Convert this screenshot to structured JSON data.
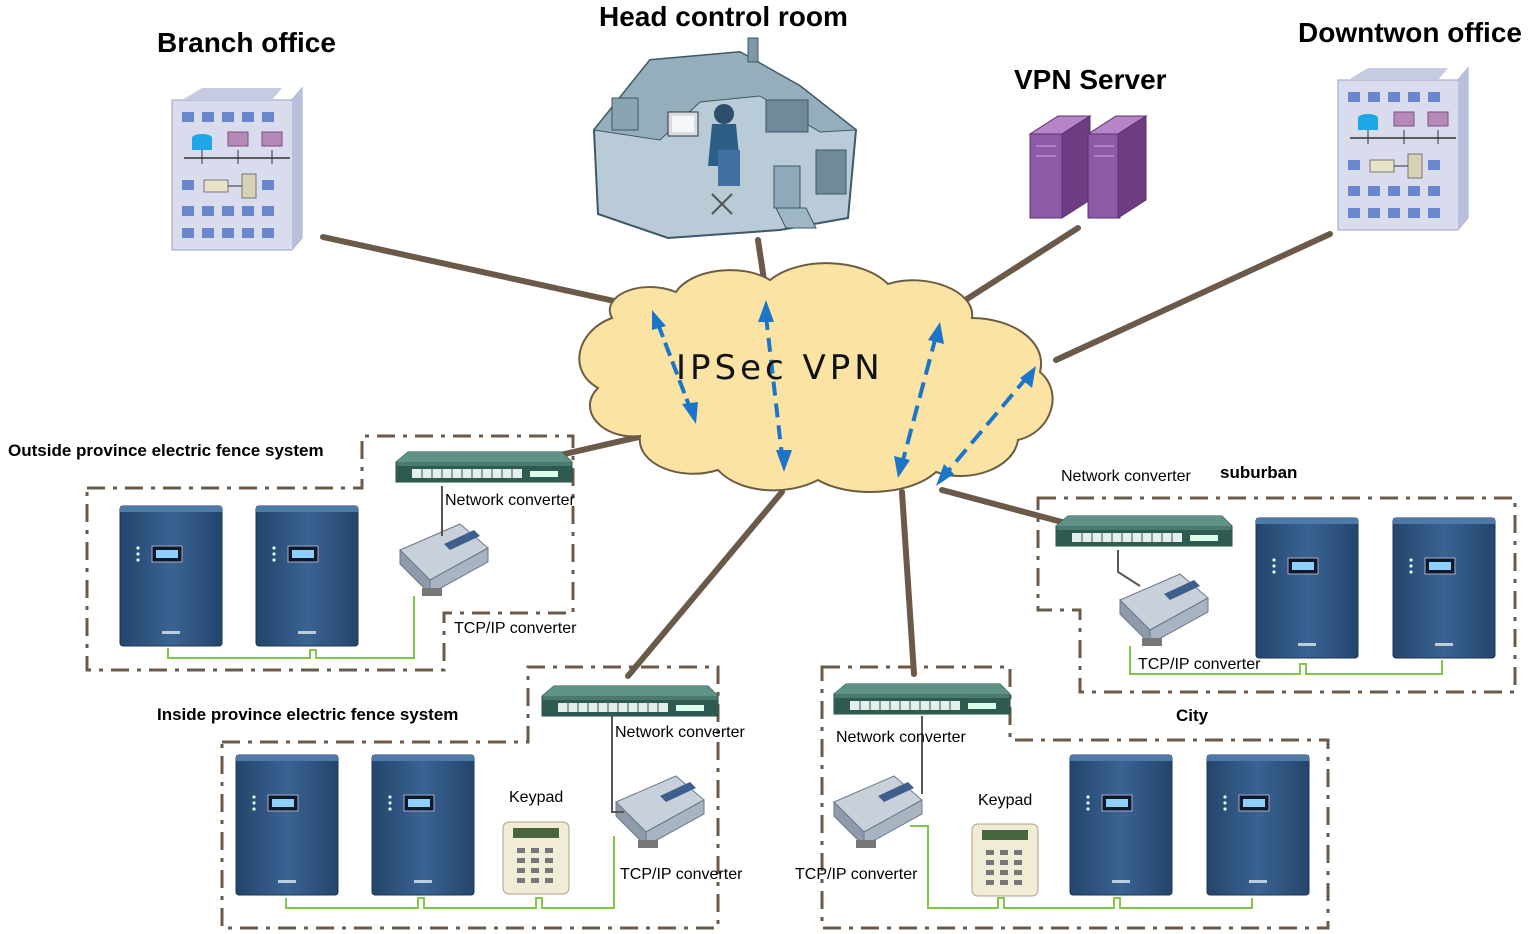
{
  "sites": {
    "branch_office": "Branch office",
    "head_control_room": "Head control room",
    "vpn_server": "VPN Server",
    "downtown_office": "Downtwon office"
  },
  "cloud": {
    "label": "IPSec VPN"
  },
  "zones": {
    "outside_province": {
      "title": "Outside province electric fence system",
      "network_converter": "Network converter",
      "tcpip_converter": "TCP/IP converter"
    },
    "inside_province": {
      "title": "Inside province electric fence system",
      "network_converter": "Network converter",
      "keypad": "Keypad",
      "tcpip_converter": "TCP/IP converter"
    },
    "city": {
      "title": "City",
      "network_converter": "Network converter",
      "keypad": "Keypad",
      "tcpip_converter": "TCP/IP converter"
    },
    "suburban": {
      "title": "suburban",
      "network_converter": "Network converter",
      "tcpip_converter": "TCP/IP converter"
    }
  },
  "colors": {
    "link_line": "#6b5a4a",
    "cloud_fill": "#fbe3a4",
    "cloud_stroke": "#6b5d43",
    "arrow": "#1b76c9",
    "zone_border": "#6b5a4a",
    "wire": "#7fc84a",
    "controller": "#2f5580",
    "switch": "#3f6b62",
    "server": "#8e5aa5"
  }
}
